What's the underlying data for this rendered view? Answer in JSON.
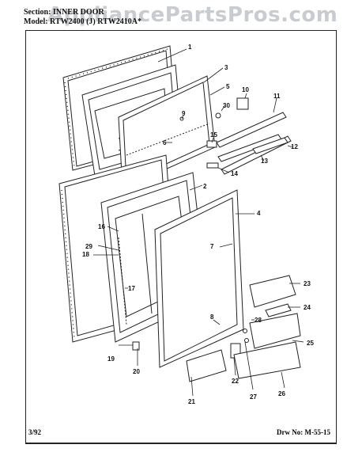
{
  "header": {
    "section": "Section: INNER DOOR",
    "model": "Model: RTW2400 (J) RTW2410A*",
    "watermark": "AppliancePartsPros.com"
  },
  "footer": {
    "date": "3/92",
    "drawing": "Drw No: M-55-15"
  },
  "callouts": [
    "1",
    "2",
    "3",
    "4",
    "5",
    "6",
    "7",
    "8",
    "9",
    "10",
    "11",
    "12",
    "13",
    "14",
    "15",
    "16",
    "17",
    "18",
    "19",
    "20",
    "21",
    "22",
    "23",
    "24",
    "25",
    "26",
    "27",
    "28",
    "29",
    "30"
  ]
}
